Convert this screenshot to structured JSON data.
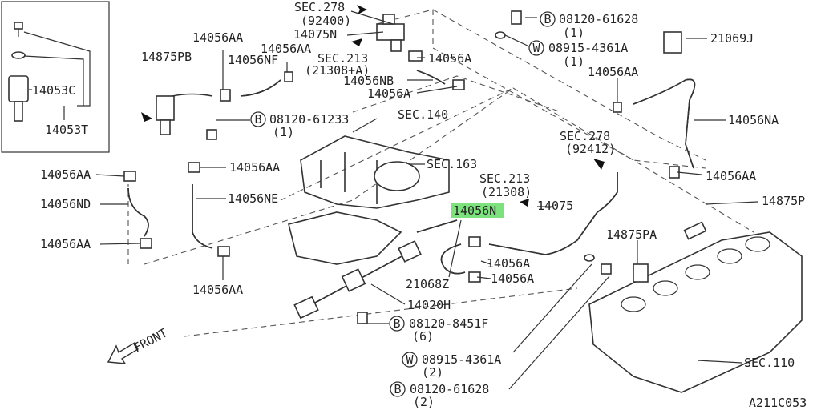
{
  "diagram": {
    "highlight_color": "#7de27d",
    "labels": {
      "sec278_top": "SEC.278",
      "ref92400": "(92400)",
      "p14075N": "14075N",
      "sec213_top": "SEC.213",
      "ref21308A": "(21308+A)",
      "p14056A_1": "14056A",
      "p14056NB": "14056NB",
      "p14056A_2": "14056A",
      "bolt08120_61628_top": "08120-61628",
      "qty1_a": "(1)",
      "washer08915_4361A_top": "08915-4361A",
      "qty1_b": "(1)",
      "p21069J": "21069J",
      "p14056AA_topright": "14056AA",
      "p14056NA": "14056NA",
      "sec278_mid": "SEC.278",
      "ref92412": "(92412)",
      "p14056AA_right": "14056AA",
      "p14875P": "14875P",
      "p14053C": "14053C",
      "p14053T": "14053T",
      "p14875PB": "14875PB",
      "p14056AA_a": "14056AA",
      "p14056AA_b": "14056AA",
      "p14056NF": "14056NF",
      "bolt08120_61233": "08120-61233",
      "qty1_c": "(1)",
      "sec140": "SEC.140",
      "sec163": "SEC.163",
      "sec213_mid": "SEC.213",
      "ref21308": "(21308)",
      "p14075": "14075",
      "p14056N": "14056N",
      "p14056AA_left1": "14056AA",
      "p14056AA_left2": "14056AA",
      "p14056ND": "14056ND",
      "p14056AA_left3": "14056AA",
      "p14056NE": "14056NE",
      "p14056AA_bottom": "14056AA",
      "p14875PA": "14875PA",
      "p14056A_3": "14056A",
      "p14056A_4": "14056A",
      "p21068Z": "21068Z",
      "p14020H": "14020H",
      "bolt08120_8451F": "08120-8451F",
      "qty6": "(6)",
      "washer08915_4361A_bot": "08915-4361A",
      "qty2_a": "(2)",
      "bolt08120_61628_bot": "08120-61628",
      "qty2_b": "(2)",
      "sec110": "SEC.110",
      "front": "FRONT",
      "diagram_code": "A211C053",
      "marker_b": "B",
      "marker_w": "W"
    }
  }
}
